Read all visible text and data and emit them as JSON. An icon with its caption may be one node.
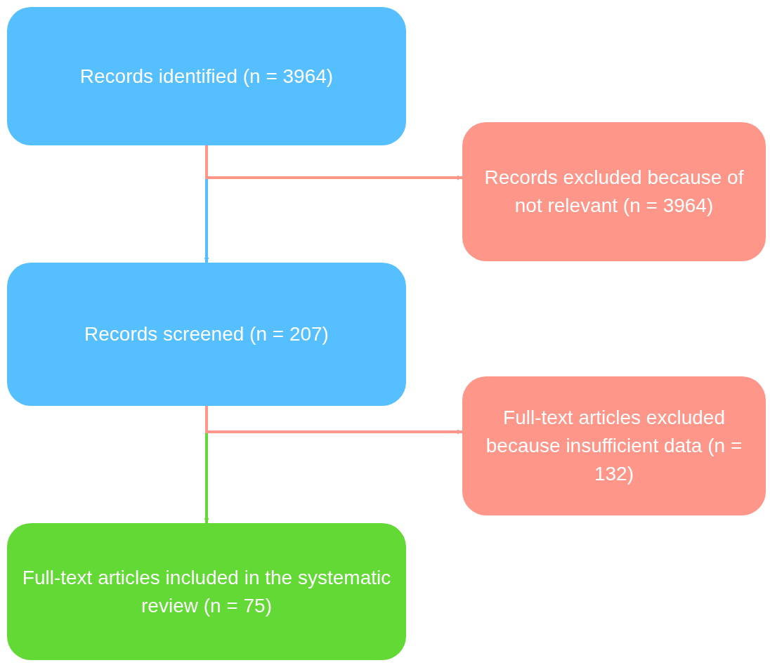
{
  "diagram": {
    "nodes": [
      {
        "text": [
          "Records identified (n = 3964)"
        ]
      },
      {
        "text": [
          "Records excluded because of not relevant (n = 3964)"
        ]
      },
      {
        "text": [
          "Records screened (n = 207)"
        ]
      },
      {
        "text": [
          "Full-text articles excluded because insufficient data (n = 132)"
        ]
      },
      {
        "text": [
          "Full-text articles included in the systematic review (n = 75)"
        ]
      }
    ],
    "edges": [
      {
        "from": 0,
        "to": 2,
        "arrow": "to",
        "color": "#55bfff"
      },
      {
        "from": 0,
        "to": 1,
        "arrow": "to",
        "color": "#ff968a"
      },
      {
        "from": 2,
        "to": 4,
        "arrow": "to",
        "color": "#62d935"
      },
      {
        "from": 2,
        "to": 3,
        "arrow": "to",
        "color": "#ff968a"
      }
    ]
  }
}
